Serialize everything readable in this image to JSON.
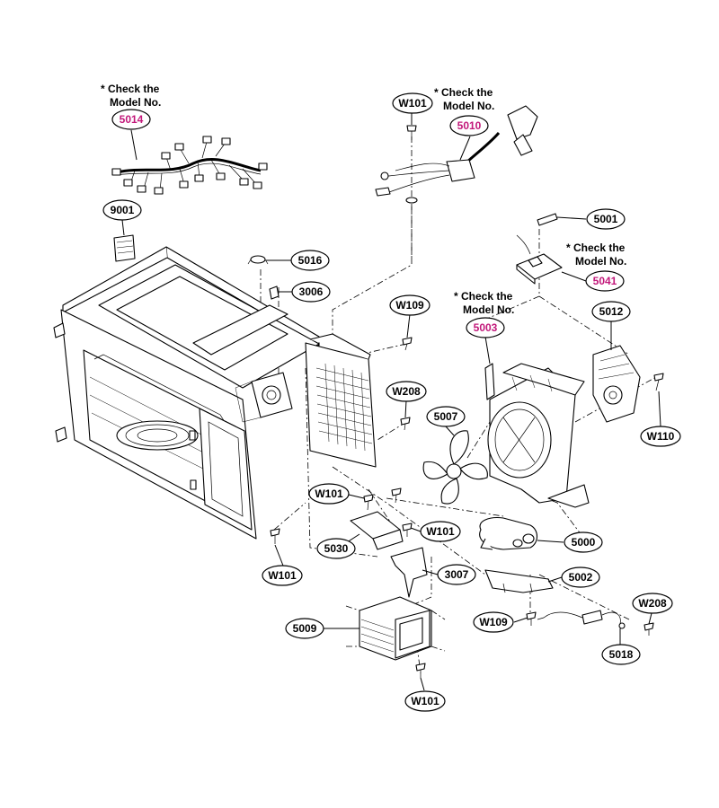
{
  "diagram": {
    "notes": {
      "check_model_note_line1": "* Check the",
      "check_model_note_line2": "Model No."
    },
    "callouts": [
      {
        "id": "c5014",
        "text": "5014",
        "highlight": true
      },
      {
        "id": "c9001",
        "text": "9001",
        "highlight": false
      },
      {
        "id": "c5016",
        "text": "5016",
        "highlight": false
      },
      {
        "id": "c3006",
        "text": "3006",
        "highlight": false
      },
      {
        "id": "cW101a",
        "text": "W101",
        "highlight": false
      },
      {
        "id": "c5010",
        "text": "5010",
        "highlight": true
      },
      {
        "id": "c5001",
        "text": "5001",
        "highlight": false
      },
      {
        "id": "c5041",
        "text": "5041",
        "highlight": true
      },
      {
        "id": "cW109a",
        "text": "W109",
        "highlight": false
      },
      {
        "id": "c5003",
        "text": "5003",
        "highlight": true
      },
      {
        "id": "c5012",
        "text": "5012",
        "highlight": false
      },
      {
        "id": "cW208a",
        "text": "W208",
        "highlight": false
      },
      {
        "id": "c5007",
        "text": "5007",
        "highlight": false
      },
      {
        "id": "cW110",
        "text": "W110",
        "highlight": false
      },
      {
        "id": "cW101b",
        "text": "W101",
        "highlight": false
      },
      {
        "id": "cW101c",
        "text": "W101",
        "highlight": false
      },
      {
        "id": "c5030",
        "text": "5030",
        "highlight": false
      },
      {
        "id": "c5000",
        "text": "5000",
        "highlight": false
      },
      {
        "id": "cW101d",
        "text": "W101",
        "highlight": false
      },
      {
        "id": "c3007",
        "text": "3007",
        "highlight": false
      },
      {
        "id": "c5002",
        "text": "5002",
        "highlight": false
      },
      {
        "id": "cW208b",
        "text": "W208",
        "highlight": false
      },
      {
        "id": "c5009",
        "text": "5009",
        "highlight": false
      },
      {
        "id": "cW109b",
        "text": "W109",
        "highlight": false
      },
      {
        "id": "c5018",
        "text": "5018",
        "highlight": false
      },
      {
        "id": "cW101e",
        "text": "W101",
        "highlight": false
      }
    ],
    "colors": {
      "highlight": "#c2187a",
      "ink": "#000000",
      "paper": "#ffffff"
    }
  }
}
